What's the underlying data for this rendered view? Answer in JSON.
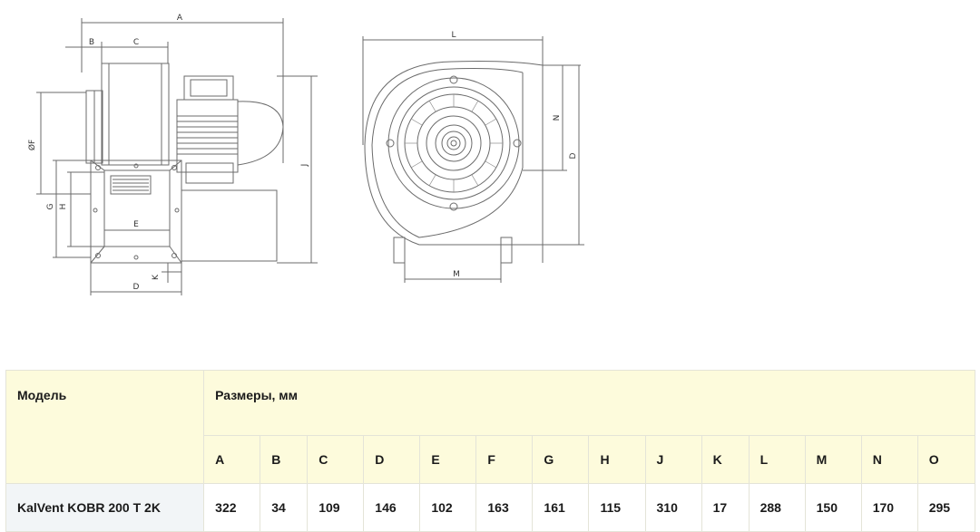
{
  "drawing": {
    "side_view_labels": [
      "A",
      "B",
      "C",
      "ØF",
      "G",
      "H",
      "E",
      "J",
      "K",
      "D"
    ],
    "front_view_labels": [
      "L",
      "N",
      "D",
      "M"
    ]
  },
  "table": {
    "model_header": "Модель",
    "dims_header": "Размеры, мм",
    "columns": [
      "A",
      "B",
      "C",
      "D",
      "E",
      "F",
      "G",
      "H",
      "J",
      "K",
      "L",
      "M",
      "N",
      "O"
    ],
    "rows": [
      {
        "model": "KalVent KOBR 200 T 2K",
        "values": [
          "322",
          "34",
          "109",
          "146",
          "102",
          "163",
          "161",
          "115",
          "310",
          "17",
          "288",
          "150",
          "170",
          "295"
        ]
      }
    ]
  }
}
